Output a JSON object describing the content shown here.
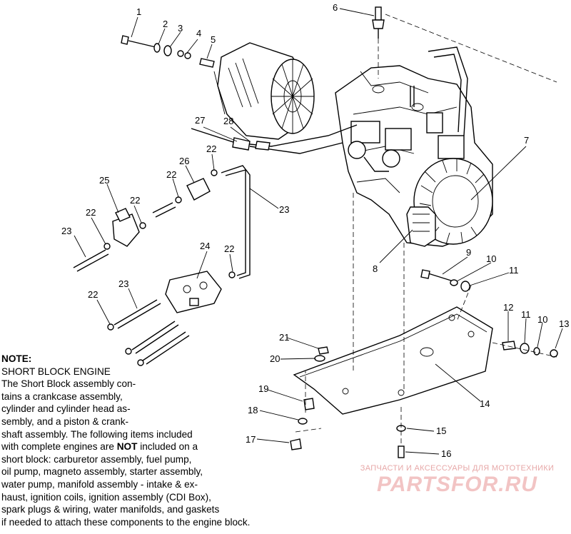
{
  "callouts": [
    "1",
    "2",
    "3",
    "4",
    "5",
    "6",
    "7",
    "8",
    "9",
    "10",
    "11",
    "12",
    "13",
    "14",
    "15",
    "16",
    "17",
    "18",
    "19",
    "20",
    "21",
    "22",
    "23",
    "24",
    "25",
    "26",
    "27",
    "28"
  ],
  "note": {
    "title": "NOTE:",
    "heading": "SHORT BLOCK ENGINE",
    "p1": "The Short Block assembly con-",
    "p2": "tains a crankcase assembly,",
    "p3": "cylinder and cylinder head as-",
    "p4": "sembly, and a piston & crank-",
    "p5": "shaft assembly.  The following items included",
    "p6_before": "with complete engines are ",
    "p6_bold": "NOT",
    "p6_after": " included on a",
    "p7": "short block:  carburetor assembly, fuel pump,",
    "p8": "oil pump, magneto assembly, starter assembly,",
    "p9": "water pump, manifold assembly - intake & ex-",
    "p10": "haust, ignition coils, ignition assembly (CDI Box),",
    "p11": "spark plugs & wiring, water manifolds, and gaskets",
    "p12": "if needed to attach these components to the engine block."
  },
  "watermark": {
    "tagline": "ЗАПЧАСТИ И АКСЕССУАРЫ ДЛЯ МОТОТЕХНИКИ",
    "logo": "PARTSFOR.RU"
  }
}
